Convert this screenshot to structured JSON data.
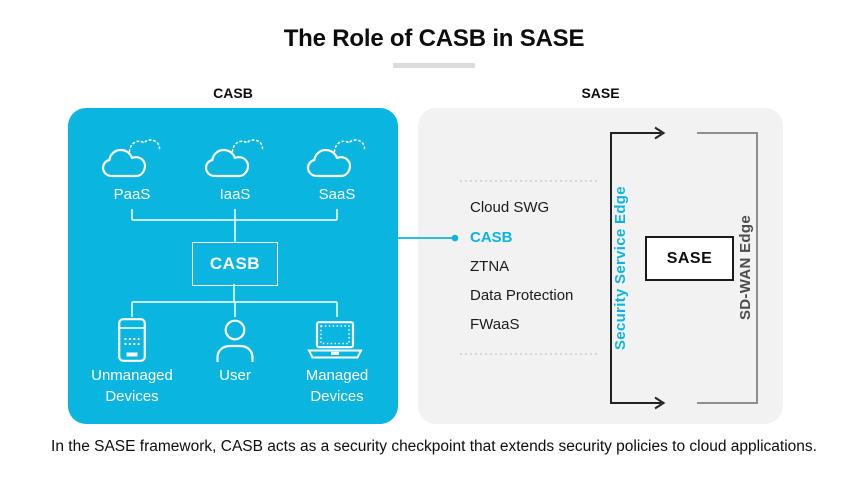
{
  "title": "The Role of CASB in SASE",
  "caption": "In the SASE framework, CASB acts as a security checkpoint that extends security policies to cloud applications.",
  "colors": {
    "cyan": "#0ab6e0",
    "panel_gray": "#f2f2f2",
    "dark": "#1a1a1a",
    "bracket_gray": "#8f8f8f",
    "dotted_gray": "#c6c6c6",
    "underline_gray": "#dcdcdc"
  },
  "casb_panel": {
    "header": "CASB",
    "clouds": [
      {
        "label": "PaaS",
        "icon": "cloud-icon"
      },
      {
        "label": "IaaS",
        "icon": "cloud-icon"
      },
      {
        "label": "SaaS",
        "icon": "cloud-icon"
      }
    ],
    "hub_label": "CASB",
    "endpoints": [
      {
        "label": "Unmanaged Devices",
        "icon": "smartphone-icon"
      },
      {
        "label": "User",
        "icon": "user-icon"
      },
      {
        "label": "Managed Devices",
        "icon": "laptop-icon"
      }
    ]
  },
  "sase_panel": {
    "header": "SASE",
    "services": [
      {
        "label": "Cloud SWG",
        "highlighted": false
      },
      {
        "label": "CASB",
        "highlighted": true
      },
      {
        "label": "ZTNA",
        "highlighted": false
      },
      {
        "label": "Data Protection",
        "highlighted": false
      },
      {
        "label": "FWaaS",
        "highlighted": false
      }
    ],
    "sse_label": "Security Service Edge",
    "sdwan_label": "SD-WAN Edge",
    "sase_box_label": "SASE"
  }
}
